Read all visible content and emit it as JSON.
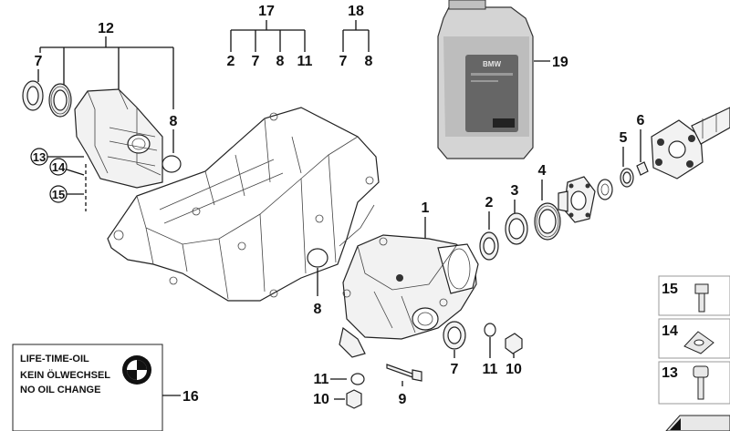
{
  "callouts": {
    "c1": "1",
    "c2": "2",
    "c3": "3",
    "c4": "4",
    "c5": "5",
    "c6": "6",
    "c7_left": "7",
    "c7_bottom": "7",
    "c8_right": "8",
    "c8_mid": "8",
    "c9": "9",
    "c10_mid": "10",
    "c10_bottom": "10",
    "c11_mid": "11",
    "c11_bottom": "11",
    "c12": "12",
    "c13": "13",
    "c14": "14",
    "c15": "15",
    "c16": "16",
    "c17": "17",
    "c17_sub": [
      "2",
      "7",
      "8",
      "11"
    ],
    "c18": "18",
    "c18_sub": [
      "7",
      "8"
    ],
    "c19": "19"
  },
  "label": {
    "line1": "LIFE-TIME-OIL",
    "line2": "KEIN ÖLWECHSEL",
    "line3": "NO OIL CHANGE"
  },
  "bottle": {
    "brand": "BMW"
  },
  "legend": [
    {
      "num": "15",
      "icon": "bolt-icon"
    },
    {
      "num": "14",
      "icon": "washer-icon"
    },
    {
      "num": "13",
      "icon": "bolt-icon"
    }
  ]
}
